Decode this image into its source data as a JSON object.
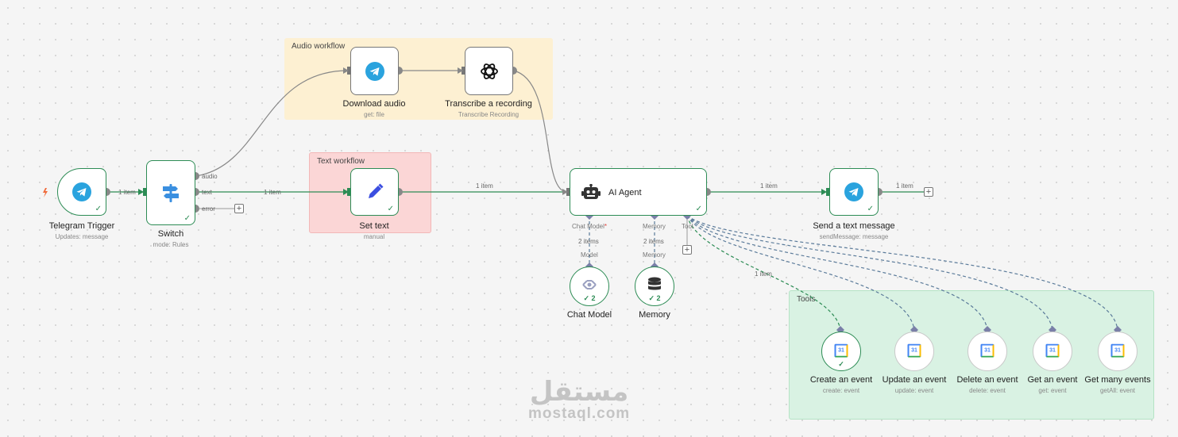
{
  "groups": {
    "audio": {
      "label": "Audio workflow",
      "color": "#fdf0d2"
    },
    "text": {
      "label": "Text workflow",
      "color": "#fbd6d6"
    },
    "tools": {
      "label": "Tools",
      "color": "#d9f2e3"
    }
  },
  "nodes": {
    "telegram_trigger": {
      "label": "Telegram Trigger",
      "sub": "Updates: message",
      "icon": "telegram-icon"
    },
    "switch": {
      "label": "Switch",
      "sub": "mode: Rules",
      "icon": "switch-signpost-icon",
      "outputs": {
        "audio": "audio",
        "text": "text",
        "error": "error"
      }
    },
    "download_audio": {
      "label": "Download audio",
      "sub": "get: file",
      "icon": "telegram-icon"
    },
    "transcribe": {
      "label": "Transcribe a recording",
      "sub": "Transcribe Recording",
      "icon": "openai-icon"
    },
    "set_text": {
      "label": "Set text",
      "sub": "manual",
      "icon": "pencil-icon"
    },
    "ai_agent": {
      "label": "AI Agent",
      "icon": "robot-icon",
      "ports": {
        "chat_model": "Chat Model",
        "required": "*",
        "memory": "Memory",
        "tool": "Tool"
      }
    },
    "send_message": {
      "label": "Send a text message",
      "sub": "sendMessage: message",
      "icon": "telegram-icon"
    },
    "chat_model": {
      "label": "Chat Model",
      "count": "✓ 2",
      "port": "Model",
      "icon": "model-icon"
    },
    "memory": {
      "label": "Memory",
      "count": "✓ 2",
      "port": "Memory",
      "icon": "database-icon"
    },
    "tools": [
      {
        "label": "Create an event",
        "sub": "create: event",
        "icon": "google-calendar-icon"
      },
      {
        "label": "Update an event",
        "sub": "update: event",
        "icon": "google-calendar-icon"
      },
      {
        "label": "Delete an event",
        "sub": "delete: event",
        "icon": "google-calendar-icon"
      },
      {
        "label": "Get an event",
        "sub": "get: event",
        "icon": "google-calendar-icon"
      },
      {
        "label": "Get many events",
        "sub": "getAll: event",
        "icon": "google-calendar-icon"
      }
    ]
  },
  "edge_labels": {
    "trigger_switch": "1 item",
    "switch_settext": "1 item",
    "settext_agent": "1 item",
    "agent_send": "1 item",
    "send_out": "1 item",
    "model_agent": "2 items",
    "memory_agent": "2 items",
    "tool_agent": "1 item"
  },
  "calendar_day": "31",
  "watermark": {
    "arabic": "مستقل",
    "latin": "mostaql.com"
  },
  "colors": {
    "success": "#2d8c55",
    "telegram": "#2aa3de",
    "accent_pencil": "#3b4ee0",
    "dashed": "#5b7b9a",
    "port": "#7a7fa8"
  }
}
